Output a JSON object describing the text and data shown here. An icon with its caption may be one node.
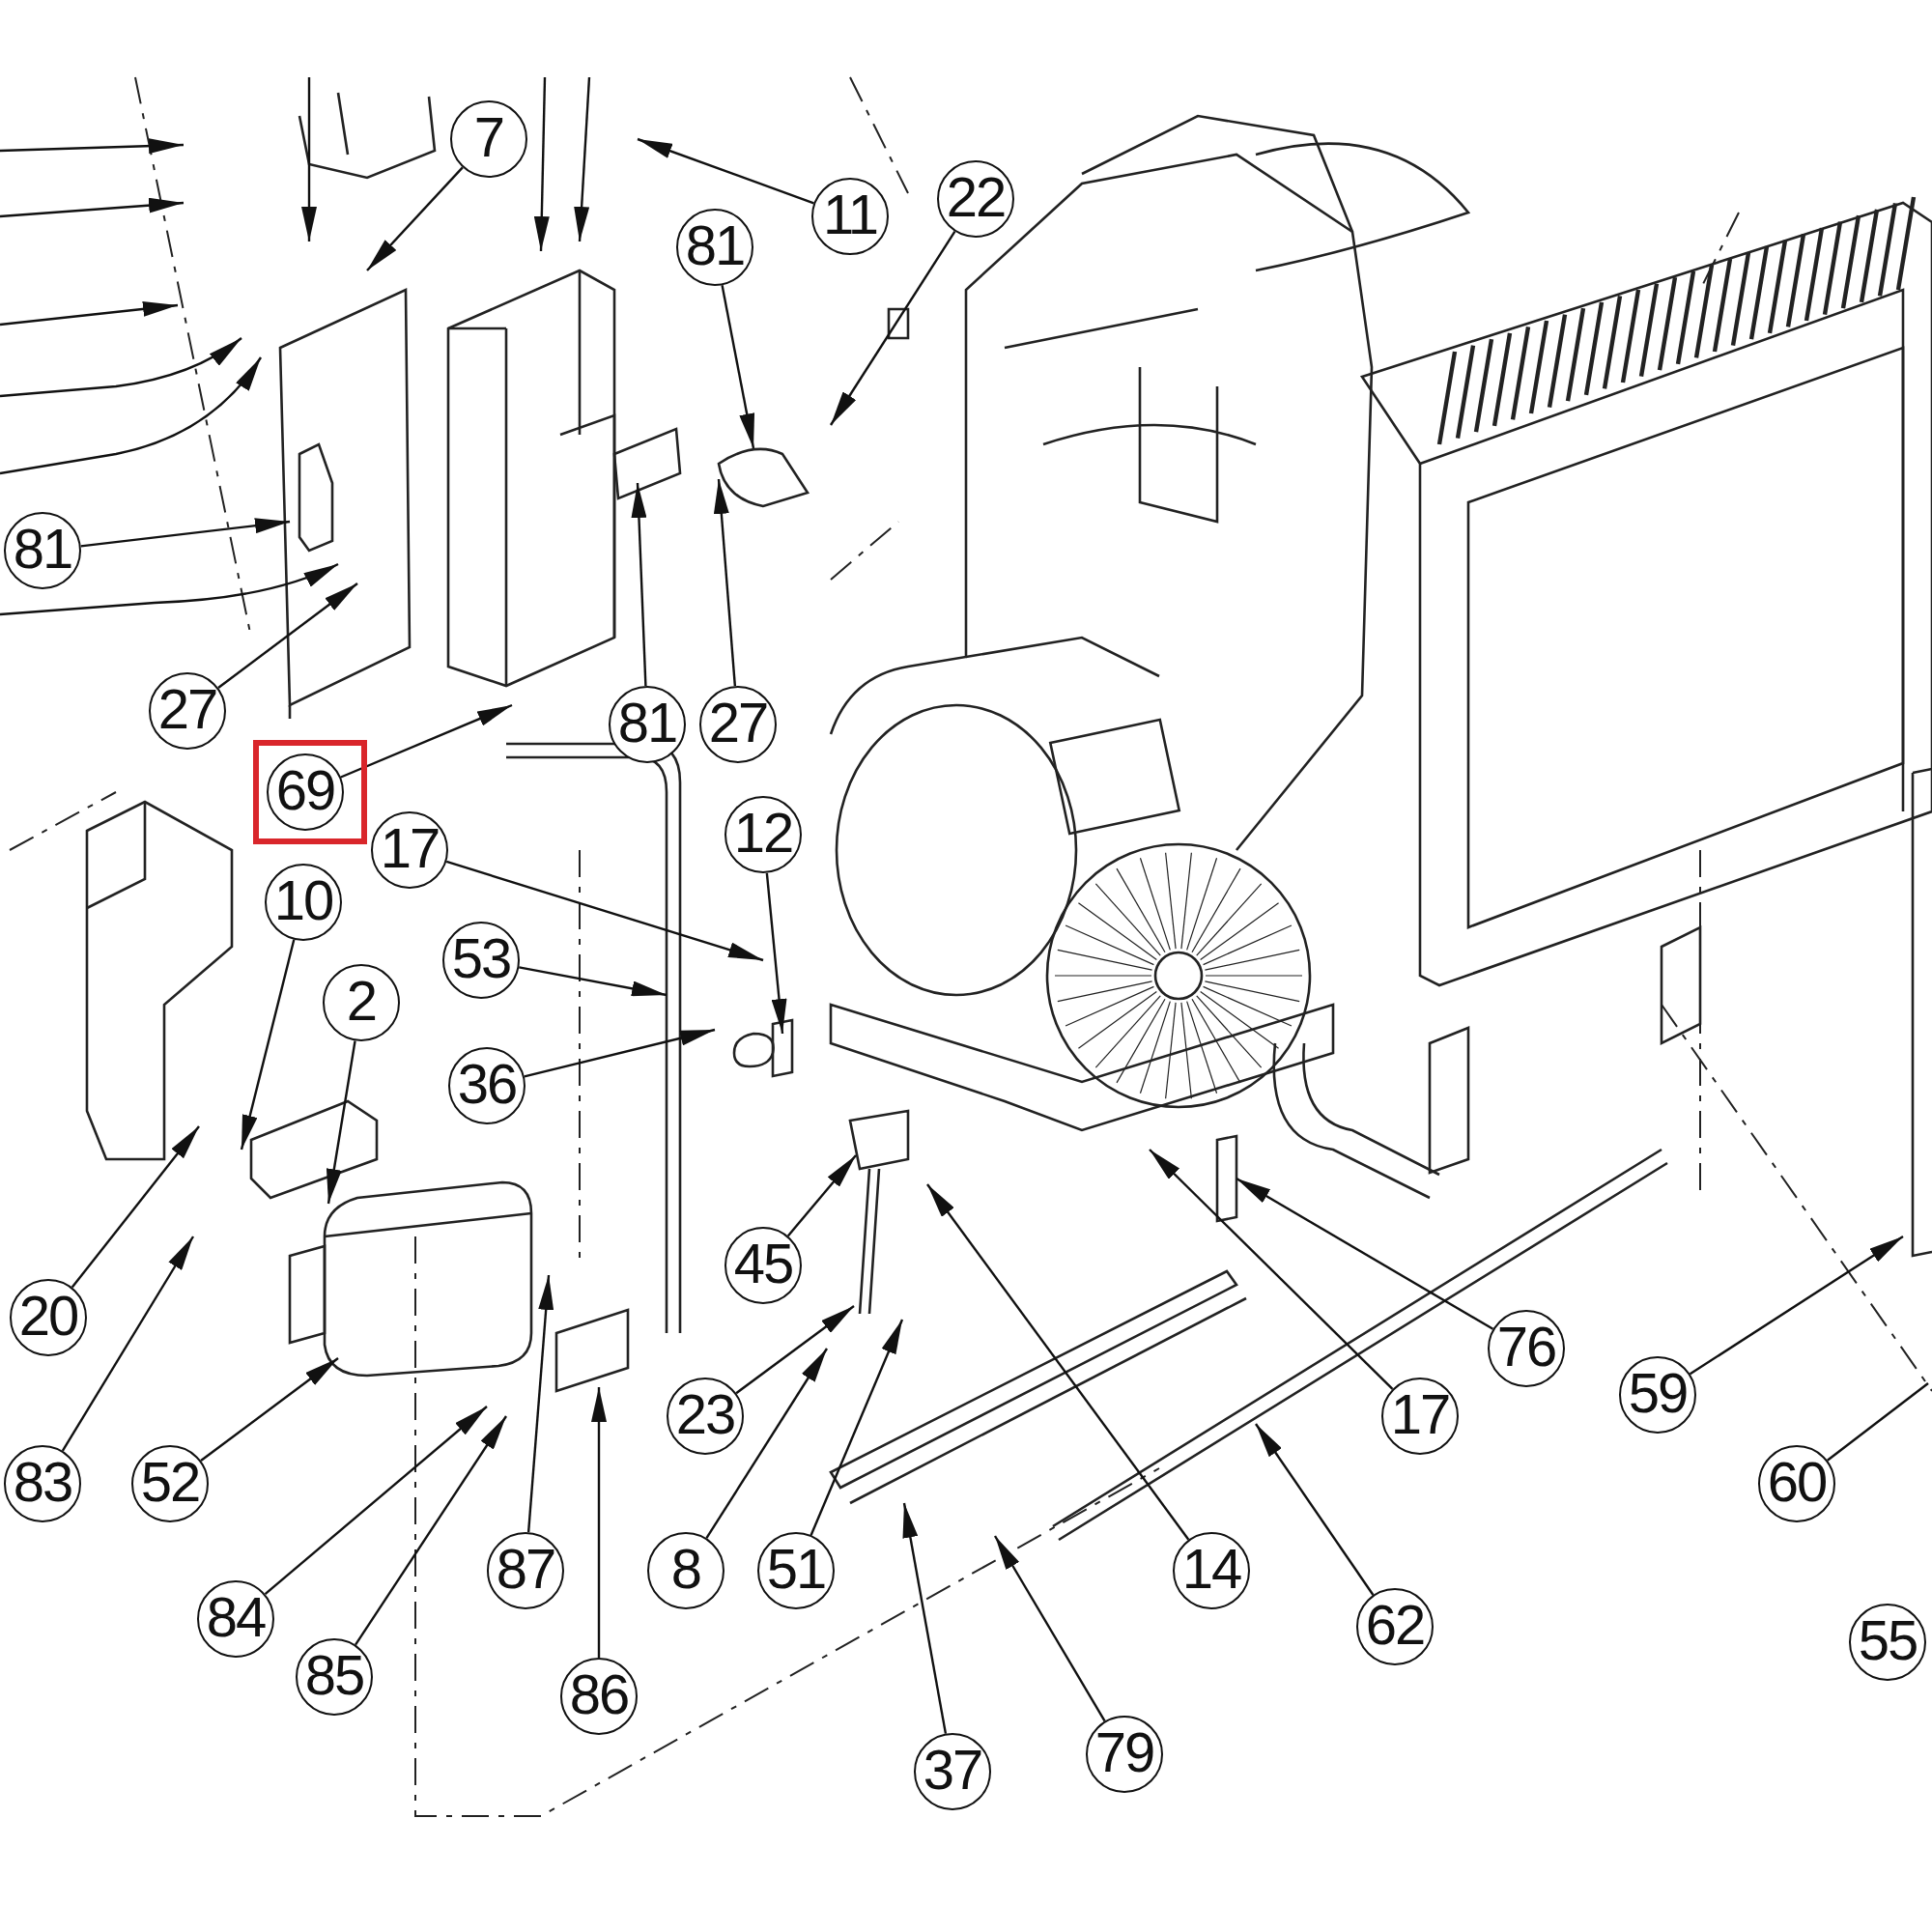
{
  "diagram": {
    "nodes": [
      {
        "text": [
          "7"
        ]
      },
      {
        "text": [
          "11"
        ]
      },
      {
        "text": [
          "22"
        ]
      },
      {
        "text": [
          "81"
        ]
      },
      {
        "text": [
          "81"
        ]
      },
      {
        "text": [
          "27"
        ]
      },
      {
        "text": [
          "81"
        ]
      },
      {
        "text": [
          "27"
        ]
      },
      {
        "text": [],
        "shape": "box"
      },
      {
        "text": [
          "69"
        ],
        "in": 8
      },
      {
        "text": [
          "17"
        ]
      },
      {
        "text": [
          "12"
        ]
      },
      {
        "text": [
          "10"
        ]
      },
      {
        "text": [
          "53"
        ]
      },
      {
        "text": [
          "2"
        ]
      },
      {
        "text": [
          "36"
        ]
      },
      {
        "text": [
          "45"
        ]
      },
      {
        "text": [
          "20"
        ]
      },
      {
        "text": [
          "76"
        ]
      },
      {
        "text": [
          "59"
        ]
      },
      {
        "text": [
          "23"
        ]
      },
      {
        "text": [
          "17"
        ]
      },
      {
        "text": [
          "83"
        ]
      },
      {
        "text": [
          "52"
        ]
      },
      {
        "text": [
          "60"
        ]
      },
      {
        "text": [
          "87"
        ]
      },
      {
        "text": [
          "8"
        ]
      },
      {
        "text": [
          "51"
        ]
      },
      {
        "text": [
          "14"
        ]
      },
      {
        "text": [
          "84"
        ]
      },
      {
        "text": [
          "62"
        ]
      },
      {
        "text": [
          "55"
        ]
      },
      {
        "text": [
          "85"
        ]
      },
      {
        "text": [
          "86"
        ]
      },
      {
        "text": [
          "79"
        ]
      },
      {
        "text": [
          "37"
        ]
      }
    ],
    "edges": [
      {
        "from": 0,
        "to": null,
        "arrow": "to"
      },
      {
        "from": 1,
        "to": null,
        "arrow": "to"
      },
      {
        "from": 2,
        "to": null,
        "arrow": "to"
      },
      {
        "from": 3,
        "to": null,
        "arrow": "to"
      },
      {
        "from": 4,
        "to": null,
        "arrow": "to"
      },
      {
        "from": 5,
        "to": null,
        "arrow": "to"
      },
      {
        "from": 6,
        "to": null,
        "arrow": "to"
      },
      {
        "from": 7,
        "to": null,
        "arrow": "to"
      },
      {
        "from": 9,
        "to": null,
        "arrow": "to"
      },
      {
        "from": 10,
        "to": null,
        "arrow": "to"
      },
      {
        "from": 11,
        "to": null,
        "arrow": "to"
      },
      {
        "from": 12,
        "to": null,
        "arrow": "to"
      },
      {
        "from": 13,
        "to": null,
        "arrow": "to"
      },
      {
        "from": 14,
        "to": null,
        "arrow": "to"
      },
      {
        "from": 15,
        "to": null,
        "arrow": "to"
      },
      {
        "from": 16,
        "to": null,
        "arrow": "to"
      },
      {
        "from": 17,
        "to": null,
        "arrow": "to"
      },
      {
        "from": 18,
        "to": null,
        "arrow": "to"
      },
      {
        "from": 19,
        "to": null,
        "arrow": "to"
      },
      {
        "from": 20,
        "to": null,
        "arrow": "to"
      },
      {
        "from": 21,
        "to": null,
        "arrow": "to"
      },
      {
        "from": 22,
        "to": null,
        "arrow": "to"
      },
      {
        "from": 23,
        "to": null,
        "arrow": "to"
      },
      {
        "from": 24,
        "to": null,
        "arrow": "none"
      },
      {
        "from": 25,
        "to": null,
        "arrow": "to"
      },
      {
        "from": 26,
        "to": null,
        "arrow": "to"
      },
      {
        "from": 27,
        "to": null,
        "arrow": "to"
      },
      {
        "from": 28,
        "to": null,
        "arrow": "to"
      },
      {
        "from": 29,
        "to": null,
        "arrow": "to"
      },
      {
        "from": 30,
        "to": null,
        "arrow": "to"
      },
      {
        "from": 32,
        "to": null,
        "arrow": "to"
      },
      {
        "from": 33,
        "to": null,
        "arrow": "to"
      },
      {
        "from": 34,
        "to": null,
        "arrow": "to"
      },
      {
        "from": 35,
        "to": null,
        "arrow": "to"
      }
    ]
  }
}
